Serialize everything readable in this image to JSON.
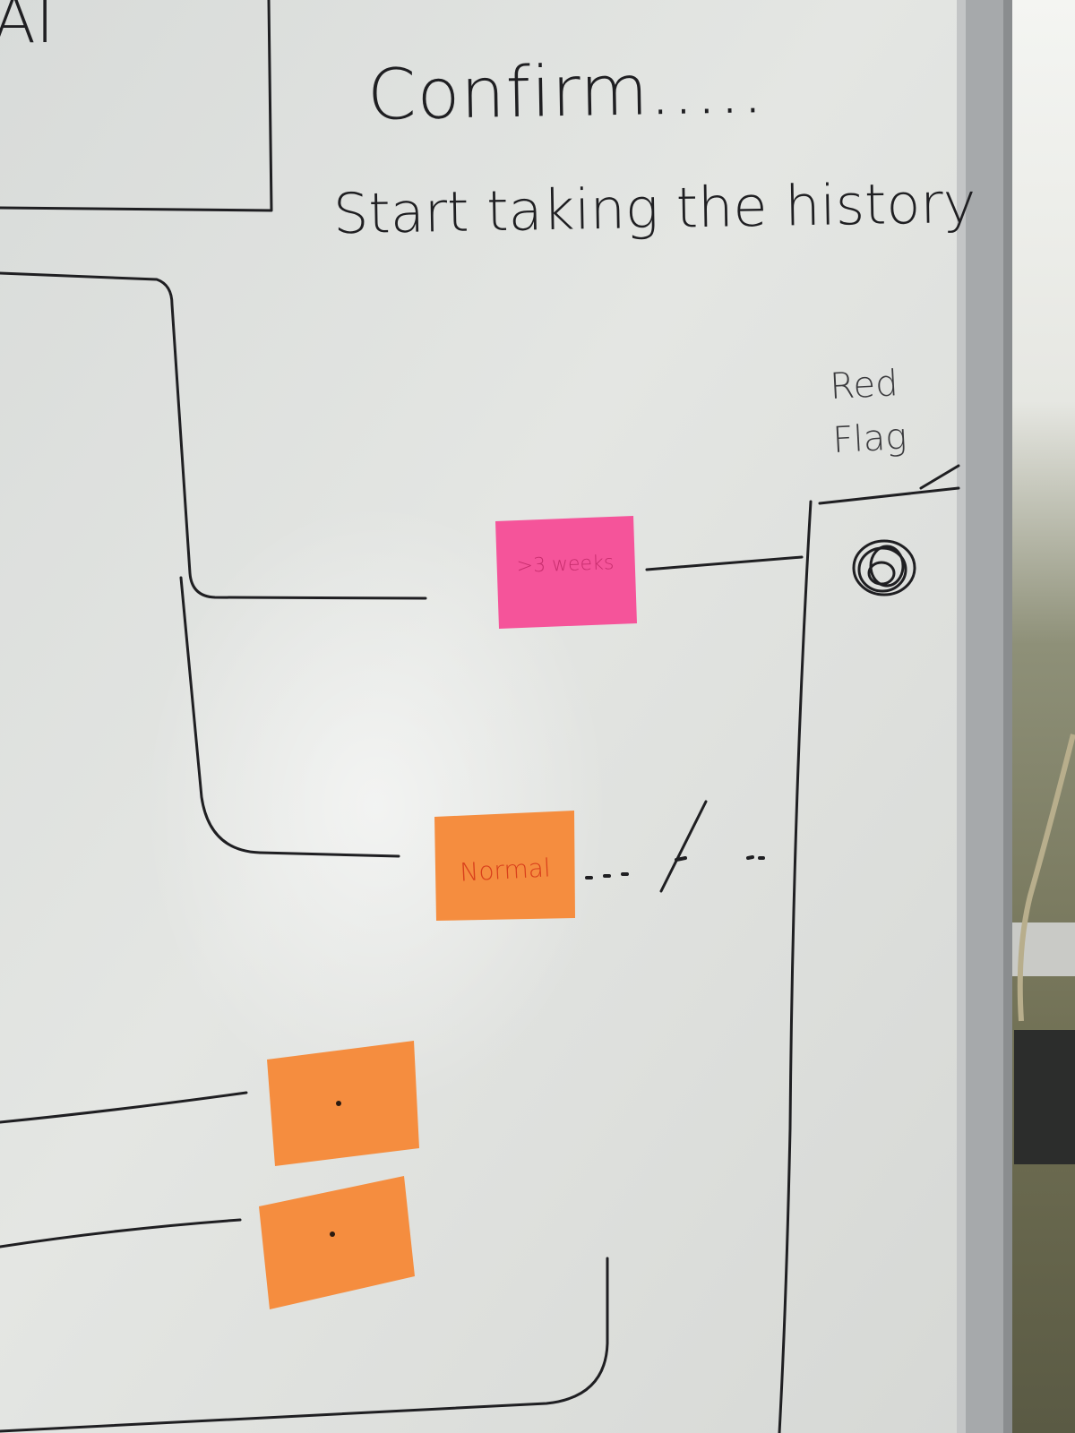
{
  "whiteboard": {
    "top_left_text": "AI",
    "confirm_text": "Confirm.....",
    "history_text": "Start taking the history",
    "red_flag_label": "Red\nFlag"
  },
  "sticky_notes": [
    {
      "text": ">3 weeks",
      "color": "#f5549a"
    },
    {
      "text": "Normal",
      "color": "#f58d3f"
    },
    {
      "text": "",
      "color": "#f58d3f"
    },
    {
      "text": "",
      "color": "#f58d3f"
    }
  ],
  "colors": {
    "board": "#dfe1df",
    "marker": "#1f1f22",
    "frame": "#a3a6a8",
    "window": "#6f7158"
  }
}
